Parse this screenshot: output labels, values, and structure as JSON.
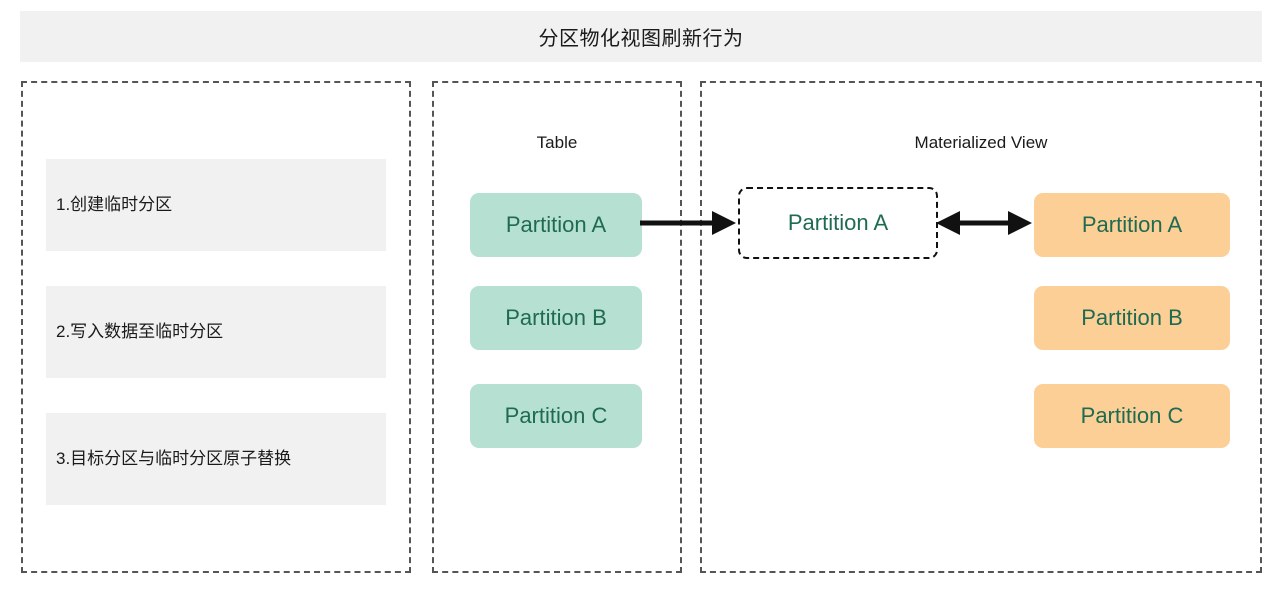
{
  "diagram": {
    "title": "分区物化视图刷新行为",
    "panels": {
      "steps": {
        "name": "refresh-steps",
        "items": [
          {
            "label": "1.创建临时分区"
          },
          {
            "label": "2.写入数据至临时分区"
          },
          {
            "label": "3.目标分区与临时分区原子替换"
          }
        ]
      },
      "table": {
        "heading": "Table",
        "partitions": [
          {
            "label": "Partition A",
            "style": "green"
          },
          {
            "label": "Partition B",
            "style": "green"
          },
          {
            "label": "Partition C",
            "style": "green"
          }
        ]
      },
      "materialized_view": {
        "heading": "Materialized View",
        "temp_partition": {
          "label": "Partition A",
          "style": "dashed"
        },
        "partitions": [
          {
            "label": "Partition A",
            "style": "orange"
          },
          {
            "label": "Partition B",
            "style": "orange"
          },
          {
            "label": "Partition C",
            "style": "orange"
          }
        ]
      }
    },
    "arrows": [
      {
        "name": "write-into-temp-partition",
        "kind": "single-head",
        "from": "table.Partition A",
        "to": "temp.Partition A"
      },
      {
        "name": "atomic-swap",
        "kind": "double-head",
        "from": "temp.Partition A",
        "to": "mv.Partition A"
      }
    ],
    "colors": {
      "banner_bg": "#f1f1f1",
      "step_bg": "#f1f1f1",
      "green_chip": "#b6e0d2",
      "orange_chip": "#fbcf95",
      "chip_text": "#1f6b52",
      "panel_border": "#555555",
      "arrow": "#111111"
    }
  }
}
